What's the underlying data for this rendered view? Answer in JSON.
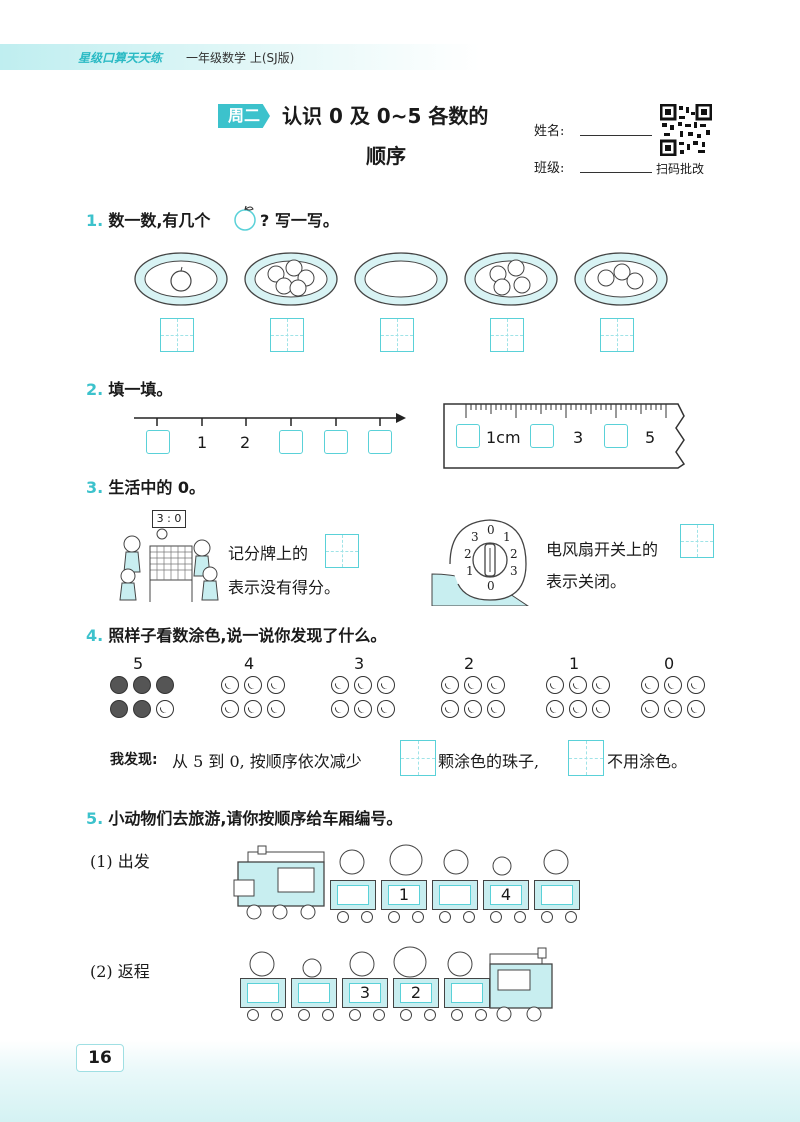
{
  "header": {
    "series": "星级口算天天练",
    "book": "一年级数学 上(SJ版)"
  },
  "lesson": {
    "day_tag": "周二",
    "title_line1": "认识 0 及 0~5 各数的",
    "title_line2": "顺序"
  },
  "student": {
    "name_label": "姓名:",
    "class_label": "班级:",
    "qr_caption": "扫码批改"
  },
  "q1": {
    "num": "1.",
    "text_before": "数一数,有几个",
    "text_after": "? 写一写。",
    "plates": [
      1,
      5,
      0,
      4,
      3
    ]
  },
  "q2": {
    "num": "2.",
    "text": "填一填。",
    "line_labels": [
      "1",
      "2"
    ],
    "ruler_labels": [
      "1cm",
      "3",
      "5"
    ]
  },
  "q3": {
    "num": "3.",
    "text": "生活中的 0。",
    "scoreboard": "3 : 0",
    "left_line1": "记分牌上的",
    "left_line2": "表示没有得分。",
    "right_line1": "电风扇开关上的",
    "right_line2": "表示关闭。",
    "dial_numbers": [
      "3",
      "0",
      "1",
      "2",
      "2",
      "3",
      "1",
      "0"
    ]
  },
  "q4": {
    "num": "4.",
    "text": "照样子看数涂色,说一说你发现了什么。",
    "groups": [
      {
        "label": "5",
        "filled": 5
      },
      {
        "label": "4",
        "filled": 0
      },
      {
        "label": "3",
        "filled": 0
      },
      {
        "label": "2",
        "filled": 0
      },
      {
        "label": "1",
        "filled": 0
      },
      {
        "label": "0",
        "filled": 0
      }
    ],
    "finding_label": "我发现:",
    "finding_part1": "从 5 到 0, 按顺序依次减少",
    "finding_part2": "颗涂色的珠子,",
    "finding_part3": "不用涂色。"
  },
  "q5": {
    "num": "5.",
    "text": "小动物们去旅游,请你按顺序给车厢编号。",
    "trip1_label": "(1) 出发",
    "trip1_cars": [
      "",
      "1",
      "",
      "4",
      ""
    ],
    "trip2_label": "(2) 返程",
    "trip2_cars": [
      "",
      "",
      "3",
      "2",
      ""
    ]
  },
  "page_number": "16",
  "colors": {
    "accent": "#3cc2cc",
    "box_border": "#5ad1d8",
    "plate_fill": "#d8f3f4"
  }
}
